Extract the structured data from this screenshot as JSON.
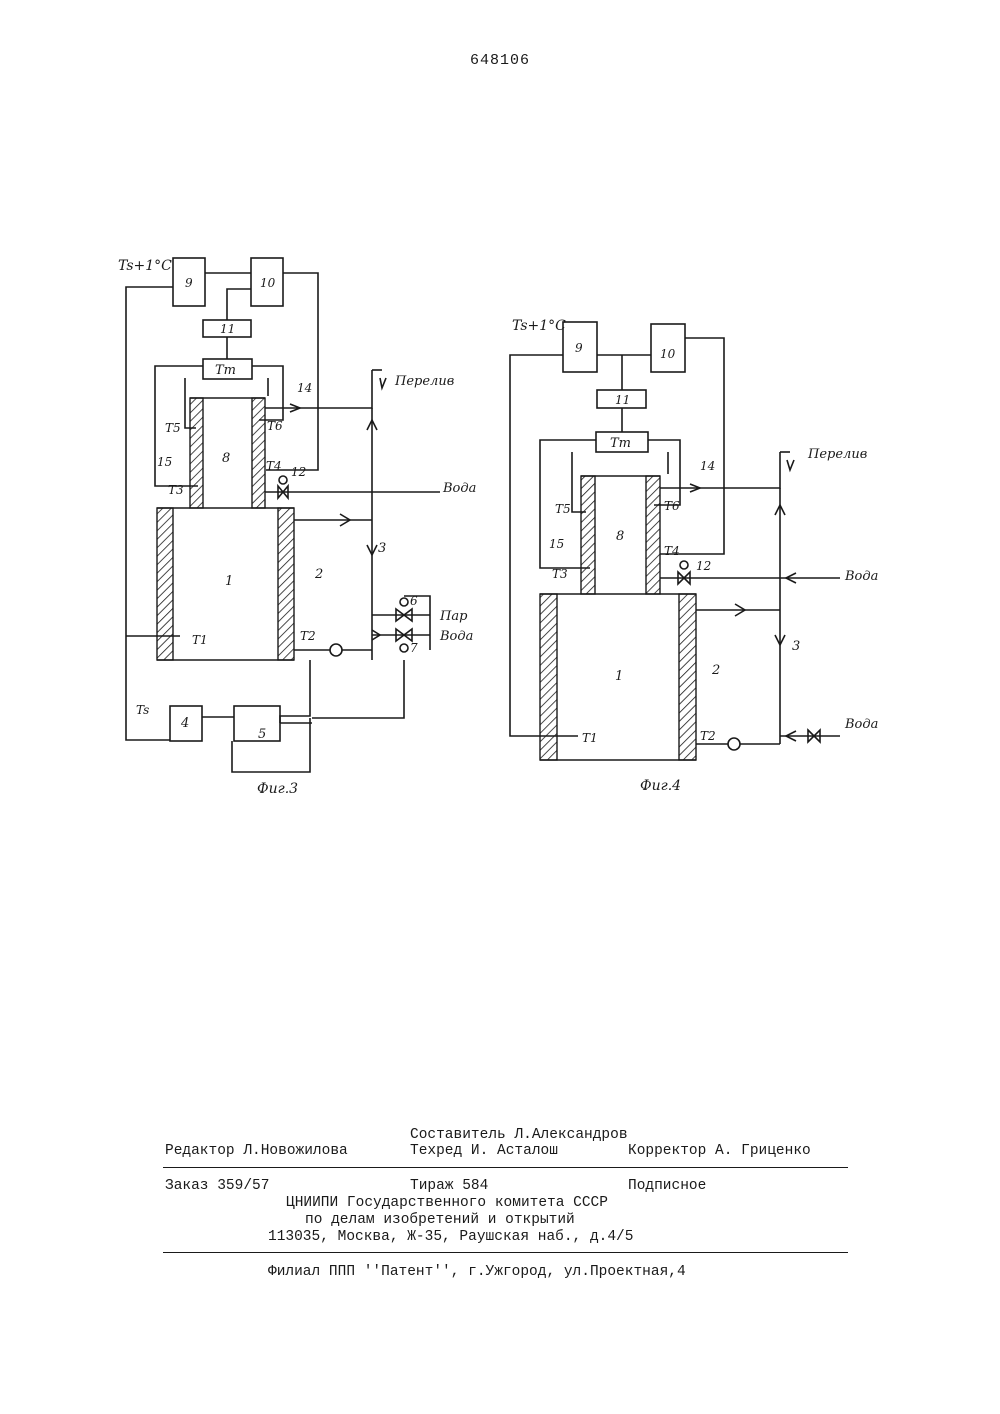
{
  "patent_number": "648106",
  "labels": {
    "setpoint_ts1": "Ts+1°C",
    "setpoint_ts": "Ts",
    "tm": "Tm",
    "overflow": "Перелив",
    "water": "Вода",
    "steam": "Пар",
    "t1": "T1",
    "t2": "T2",
    "t3": "T3",
    "t4": "T4",
    "t5": "T5",
    "t6": "T6",
    "n1": "1",
    "n2": "2",
    "n3": "3",
    "n4": "4",
    "n5": "5",
    "n6": "6",
    "n7": "7",
    "n8": "8",
    "n9": "9",
    "n10": "10",
    "n11": "11",
    "n12": "12",
    "n14": "14",
    "n15": "15"
  },
  "figures": {
    "fig3_caption": "Фиг.3",
    "fig4_caption": "Фиг.4"
  },
  "imprint": {
    "compiler": "Составитель Л.Александров",
    "editor": "Редактор Л.Новожилова",
    "techred": "Техред И. Асталош",
    "corrector": "Корректор А. Гриценко",
    "order": "Заказ 359/57",
    "circulation": "Тираж 584",
    "subscription": "Подписное",
    "org_line1": "ЦНИИПИ Государственного комитета СССР",
    "org_line2": "по делам изобретений и открытий",
    "address": "113035, Москва, Ж-35, Раушская наб., д.4/5",
    "branch": "Филиал ППП ''Патент'', г.Ужгород, ул.Проектная,4"
  }
}
